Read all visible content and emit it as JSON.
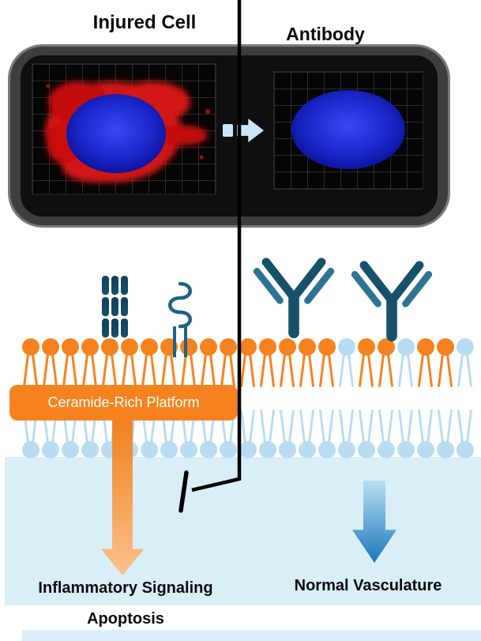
{
  "top_panel": {
    "left_label": "Injured Cell",
    "right_label": "Antibody"
  },
  "membrane": {
    "platform_label": "Ceramide-Rich Platform",
    "lipid_colors": {
      "O": "#F5821F",
      "B": "#B9DCF2"
    },
    "top_leaflet": [
      "O",
      "O",
      "O",
      "O",
      "O",
      "O",
      "O",
      "O",
      "O",
      "O",
      "O",
      "O",
      "O",
      "O",
      "O",
      "O",
      "B",
      "O",
      "O",
      "B",
      "O",
      "O",
      "B"
    ],
    "bottom_leaflet": [
      "B",
      "B",
      "B",
      "B",
      "B",
      "B",
      "B",
      "B",
      "B",
      "B",
      "B",
      "B",
      "B",
      "B",
      "B",
      "B",
      "B",
      "B",
      "B",
      "B",
      "B",
      "B",
      "B"
    ]
  },
  "labels": {
    "inflammatory": "Inflammatory Signaling",
    "apoptosis": "Apoptosis",
    "normal_vasculature": "Normal Vasculature"
  },
  "colors": {
    "platform": "#F5821F",
    "cytoplasm": "#D9EEF7",
    "transition_arrow": "#C7E7F8",
    "antibody_dark": "#17506B",
    "antibody_light": "#2E7396",
    "receptor_outline": "#1F6288",
    "arrow_orange_start": "#EF7D18",
    "arrow_orange_end": "#FBC18B",
    "arrow_blue_start": "#B9E0F2",
    "arrow_blue_end": "#1A77BE",
    "inhibition_line": "#000000"
  },
  "icons": {
    "transition_arrow": "right-block-arrow",
    "inflammatory_arrow": "down-block-arrow",
    "vasculature_arrow": "down-block-arrow",
    "inhibition_symbol": "t-bar-inhibitor",
    "antibody": "y-shape-antibody",
    "receptor": "transmembrane-receptor",
    "gpcr": "coiled-receptor"
  }
}
